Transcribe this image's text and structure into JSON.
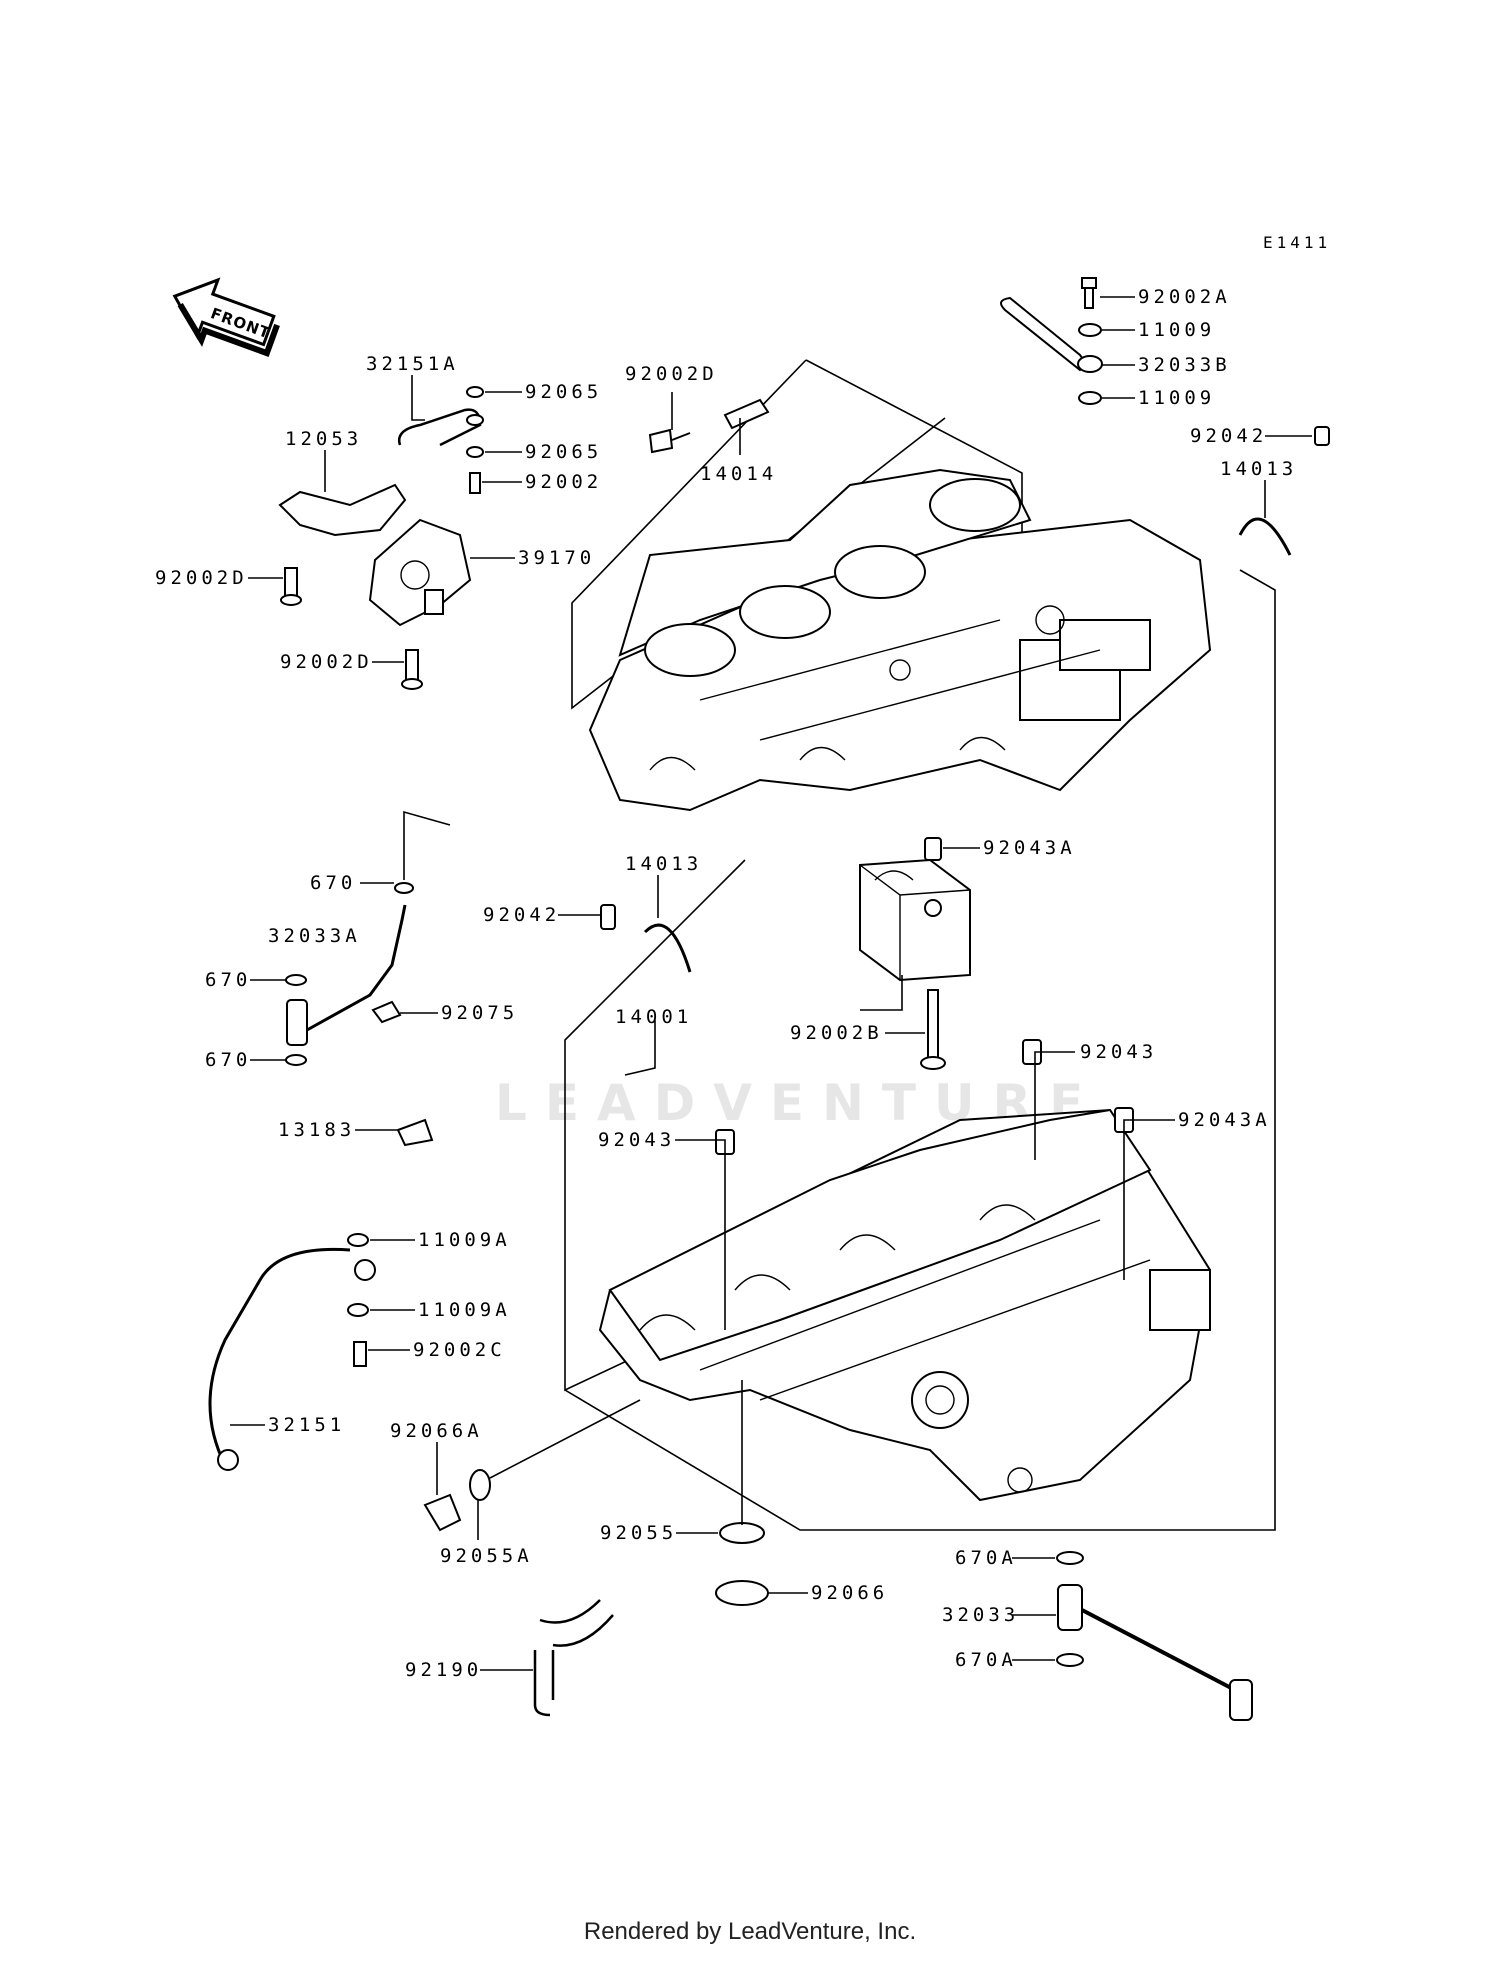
{
  "diagram_code": "E1411",
  "front_label": "FRONT",
  "watermark": "LEADVENTURE",
  "footer": "Rendered by LeadVenture, Inc.",
  "parts": [
    {
      "id": "92002A"
    },
    {
      "id": "11009"
    },
    {
      "id": "32033B"
    },
    {
      "id": "11009"
    },
    {
      "id": "92042"
    },
    {
      "id": "14013"
    },
    {
      "id": "92002D"
    },
    {
      "id": "14014"
    },
    {
      "id": "32151A"
    },
    {
      "id": "92065"
    },
    {
      "id": "92065"
    },
    {
      "id": "92002"
    },
    {
      "id": "12053"
    },
    {
      "id": "92002D"
    },
    {
      "id": "39170"
    },
    {
      "id": "92002D"
    },
    {
      "id": "670"
    },
    {
      "id": "32033A"
    },
    {
      "id": "670"
    },
    {
      "id": "92075"
    },
    {
      "id": "670"
    },
    {
      "id": "13183"
    },
    {
      "id": "14013"
    },
    {
      "id": "92042"
    },
    {
      "id": "92043A"
    },
    {
      "id": "14001"
    },
    {
      "id": "92002B"
    },
    {
      "id": "92043"
    },
    {
      "id": "92043"
    },
    {
      "id": "92043A"
    },
    {
      "id": "11009A"
    },
    {
      "id": "11009A"
    },
    {
      "id": "92002C"
    },
    {
      "id": "32151"
    },
    {
      "id": "92066A"
    },
    {
      "id": "92055A"
    },
    {
      "id": "92055"
    },
    {
      "id": "92066"
    },
    {
      "id": "670A"
    },
    {
      "id": "32033"
    },
    {
      "id": "670A"
    },
    {
      "id": "92190"
    }
  ]
}
